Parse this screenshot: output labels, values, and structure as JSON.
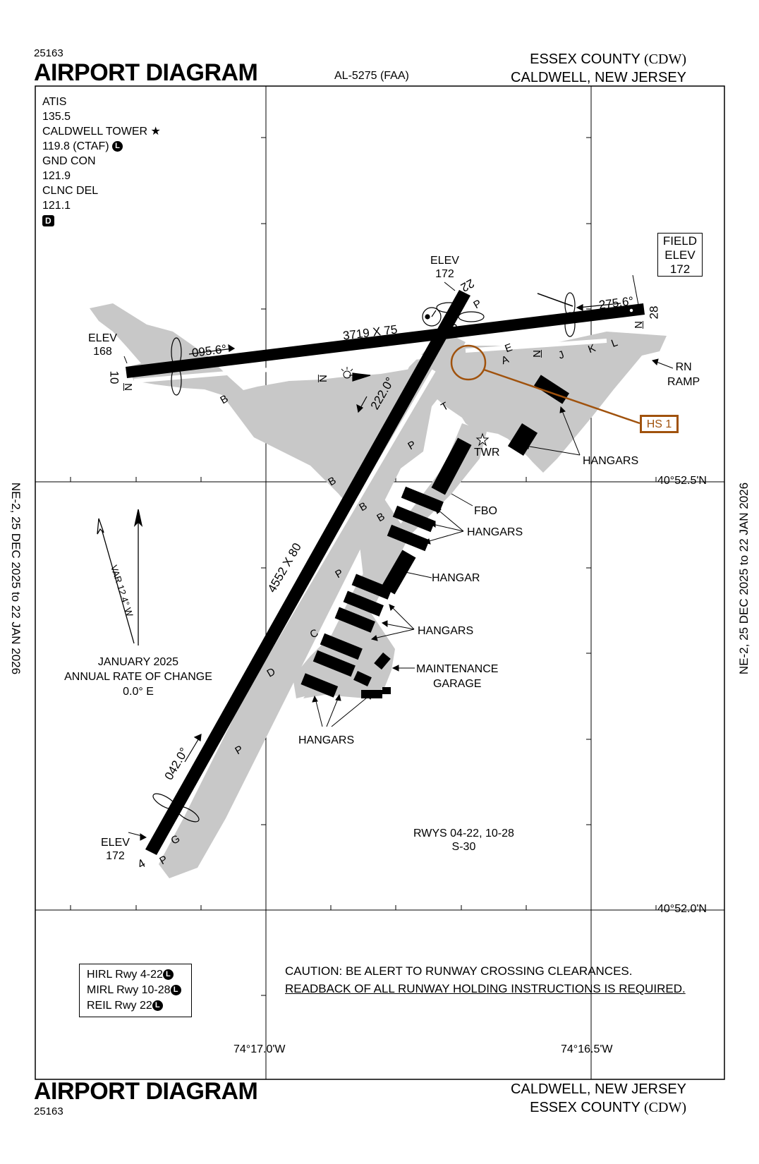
{
  "header": {
    "chart_number": "25163",
    "title": "AIRPORT DIAGRAM",
    "amendment": "AL-5275 (FAA)",
    "airport_name": "ESSEX COUNTY",
    "airport_id": "(CDW)",
    "city": "CALDWELL, NEW JERSEY"
  },
  "footer": {
    "title": "AIRPORT DIAGRAM",
    "chart_number": "25163",
    "city": "CALDWELL, NEW JERSEY",
    "airport_name": "ESSEX COUNTY",
    "airport_id": "(CDW)"
  },
  "side_labels": {
    "left": "NE-2,  25 DEC 2025  to  22 JAN 2026",
    "right": "NE-2,  25 DEC 2025  to  22 JAN 2026"
  },
  "frequencies": {
    "atis_label": "ATIS",
    "atis_freq": "135.5",
    "tower_label": "CALDWELL TOWER",
    "tower_star": "★",
    "tower_freq": "119.8 (CTAF)",
    "ctaf_badge": "L",
    "gnd_label": "GND CON",
    "gnd_freq": "121.9",
    "clnc_label": "CLNC DEL",
    "clnc_freq": "121.1",
    "d_badge": "D"
  },
  "field_elev": {
    "line1": "FIELD",
    "line2": "ELEV",
    "value": "172"
  },
  "runways": {
    "rwy_10_28_dims": "3719 X 75",
    "rwy_04_22_dims": "4552 X 80",
    "rwy10_num": "10",
    "rwy28_num": "28",
    "rwy4_num": "4",
    "rwy22_num": "22",
    "hdg_10": "095.6°",
    "hdg_28": "275.6°",
    "hdg_22": "222.0°",
    "hdg_04": "042.0°"
  },
  "elevations": {
    "elev_label": "ELEV",
    "rwy10_elev": "168",
    "rwy22_elev": "172",
    "rwy4_elev": "172"
  },
  "taxiways": [
    "A",
    "B",
    "B",
    "B",
    "B",
    "C",
    "D",
    "E",
    "G",
    "J",
    "K",
    "L",
    "P",
    "P",
    "P",
    "P",
    "P",
    "P",
    "T"
  ],
  "labels": {
    "tower": "TWR",
    "fbo": "FBO",
    "hangars": "HANGARS",
    "hangar": "HANGAR",
    "maintenance_1": "MAINTENANCE",
    "maintenance_2": "GARAGE",
    "rn_ramp_1": "RN",
    "rn_ramp_2": "RAMP",
    "hot_spot": "HS 1",
    "n_marker": "N"
  },
  "magnetic": {
    "variation": "VAR 12.4° W",
    "date": "JANUARY 2025",
    "rate_label": "ANNUAL RATE OF CHANGE",
    "rate_value": "0.0° E"
  },
  "coordinates": {
    "lat_north": "40°52.5'N",
    "lat_south": "40°52.0'N",
    "lon_west": "74°17.0'W",
    "lon_east": "74°16.5'W"
  },
  "runway_info": {
    "line1": "RWYS 04-22, 10-28",
    "line2": "S-30"
  },
  "lighting": {
    "hirl": "HIRL Rwy 4-22",
    "mirl": "MIRL Rwy 10-28",
    "reil": "REIL Rwy 22",
    "badge": "L"
  },
  "caution": {
    "line1": "CAUTION: BE ALERT TO RUNWAY CROSSING CLEARANCES.",
    "line2": "READBACK OF ALL RUNWAY HOLDING INSTRUCTIONS IS REQUIRED."
  },
  "colors": {
    "pavement": "#c8c8c8",
    "runway": "#000000",
    "hot_spot": "#a0520d"
  }
}
